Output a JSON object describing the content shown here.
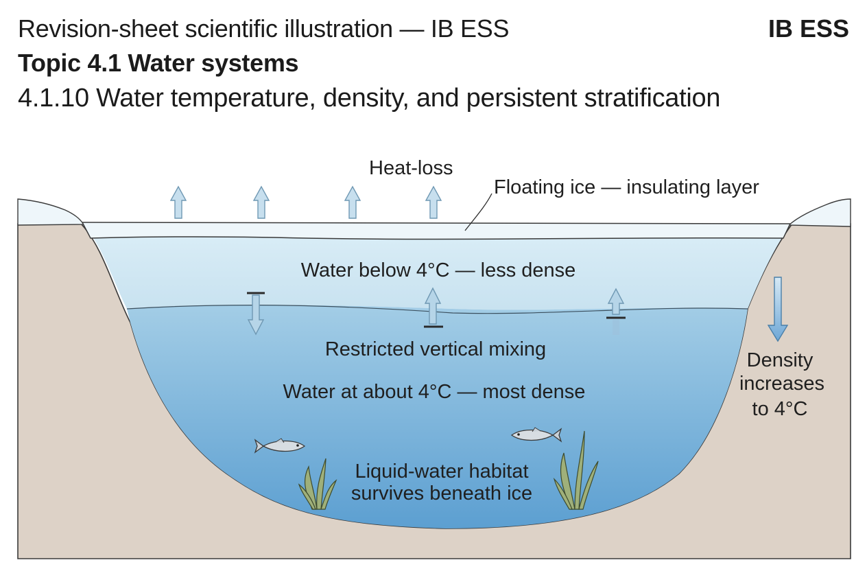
{
  "header": {
    "title": "Revision-sheet scientific illustration — IB ESS",
    "badge": "IB ESS",
    "topic": "Topic 4.1 Water systems",
    "subtopic": "4.1.10 Water temperature, density, and persistent stratification"
  },
  "labels": {
    "heat_loss": "Heat-loss",
    "floating_ice": "Floating ice — insulating layer",
    "water_below_4c": "Water below 4°C — less dense",
    "restricted_mixing": "Restricted vertical mixing",
    "water_about_4c": "Water at about 4°C — most dense",
    "habitat_line1": "Liquid-water habitat",
    "habitat_line2": "survives beneath ice",
    "density_line1": "Density",
    "density_line2": "increases",
    "density_line3": "to 4°C"
  },
  "colors": {
    "ground": "#ddd2c7",
    "ice": "#eef6fa",
    "upper_water": "#cfe6f2",
    "deep_water_top": "#9fcbe6",
    "deep_water_bottom": "#5fa2d3",
    "arrow": "#a9cce2",
    "arrow_stroke": "#7ea6c0",
    "density_arrow": "#7fb0d8"
  },
  "icons": {
    "heat_arrows": "arrow-up-icon",
    "mixing_arrows": "blocked-arrow-icon",
    "density_arrow": "arrow-down-icon",
    "fish": "fish-icon",
    "plants": "seaweed-icon"
  }
}
